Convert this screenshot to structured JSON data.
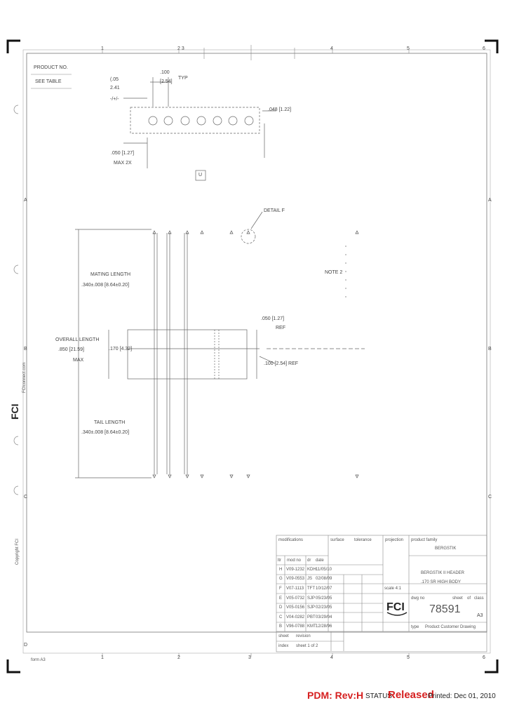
{
  "border": {
    "top_numbers": [
      "1",
      "2 3",
      "4",
      "5",
      "6"
    ],
    "bottom_numbers": [
      "1",
      "2",
      "3",
      "4",
      "5",
      "6"
    ],
    "left_letters": [
      "A",
      "B",
      "C",
      "D"
    ],
    "right_letters": [
      "A",
      "B",
      "C"
    ]
  },
  "drawing": {
    "product_no": "PRODUCT NO.",
    "see_table": "SEE TABLE",
    "pitch_label": ".100",
    "pitch_metric": "[2.54]",
    "pitch_typ": "TYP",
    "left_dim_1": "(.05",
    "left_dim_2": "2.41",
    "left_dim_3": "-/+/-",
    "right_dim_1": ".048 [1.22]",
    "bottom_dim_1": ".050 [1.27]",
    "bottom_dim_2": "MAX 2X",
    "box_label": "U",
    "detail_label": "DETAIL F",
    "note_label": "NOTE 2",
    "mating_length_1": "MATING LENGTH",
    "mating_length_2": ".340±.008 [8.64±0.20]",
    "overall_length_1": "OVERALL LENGTH",
    "overall_length_2": ".850 [21.59]",
    "overall_length_3": "MAX",
    "body_height": ".170 [4.32]",
    "pitch_ref_1": ".050 [1.27]",
    "pitch_ref_2": "REF",
    "pitch_ref_3": ".100 [2.54] REF",
    "tail_length_1": "TAIL LENGTH",
    "tail_length_2": ".340±.008 [8.64±0.20]"
  },
  "side": {
    "brand": "FCI",
    "brand_sub": "FCIconnect.com",
    "copyright": "Copyright FCI",
    "form": "form A3"
  },
  "title_block": {
    "modifications": "modifications",
    "surface": "surface",
    "tolerance": "tolerance",
    "projection": "projection",
    "product_family": "product family",
    "family_value": "BERGSTIK",
    "header_ltr": "ltr",
    "header_mod": "mod no",
    "header_dr": "dr",
    "header_date": "date",
    "title_line1": "BERGSTIK II HEADER",
    "title_line2": ".170 SR HIGH BODY",
    "scale_label": "scale 4:1",
    "dwg_no_label": "dwg no",
    "sheet_label": "sheet",
    "of_label": "of",
    "class_label": "class",
    "dwg_no": "78591",
    "rev": "A3",
    "type_label": "type",
    "type_value": "Product Customer Drawing",
    "sheet_row": "sheet",
    "revision_row": "revision",
    "index_row": "index",
    "copyright_row": "sheet 1 of 2",
    "mod_rows": [
      {
        "ltr": "H",
        "mod": "V09-1232",
        "dr": "KDH",
        "date": "11/05/10"
      },
      {
        "ltr": "G",
        "mod": "V09-0553",
        "dr": "JS",
        "date": "02/08/09"
      },
      {
        "ltr": "F",
        "mod": "V07-1113",
        "dr": "TFT",
        "date": "10/12/07"
      },
      {
        "ltr": "E",
        "mod": "V05-0732",
        "dr": "SJP",
        "date": "05/23/05"
      },
      {
        "ltr": "D",
        "mod": "V05-0156",
        "dr": "SJP",
        "date": "02/23/05"
      },
      {
        "ltr": "C",
        "mod": "V04-0282",
        "dr": "PBT",
        "date": "03/29/04"
      },
      {
        "ltr": "B",
        "mod": "V96-0788",
        "dr": "KMT",
        "date": "12/28/96"
      }
    ]
  },
  "footer": {
    "pdm": "PDM: Rev:H",
    "status_label": "STATUS",
    "status_value": "Released",
    "printed": "Printed: Dec 01, 2010"
  }
}
